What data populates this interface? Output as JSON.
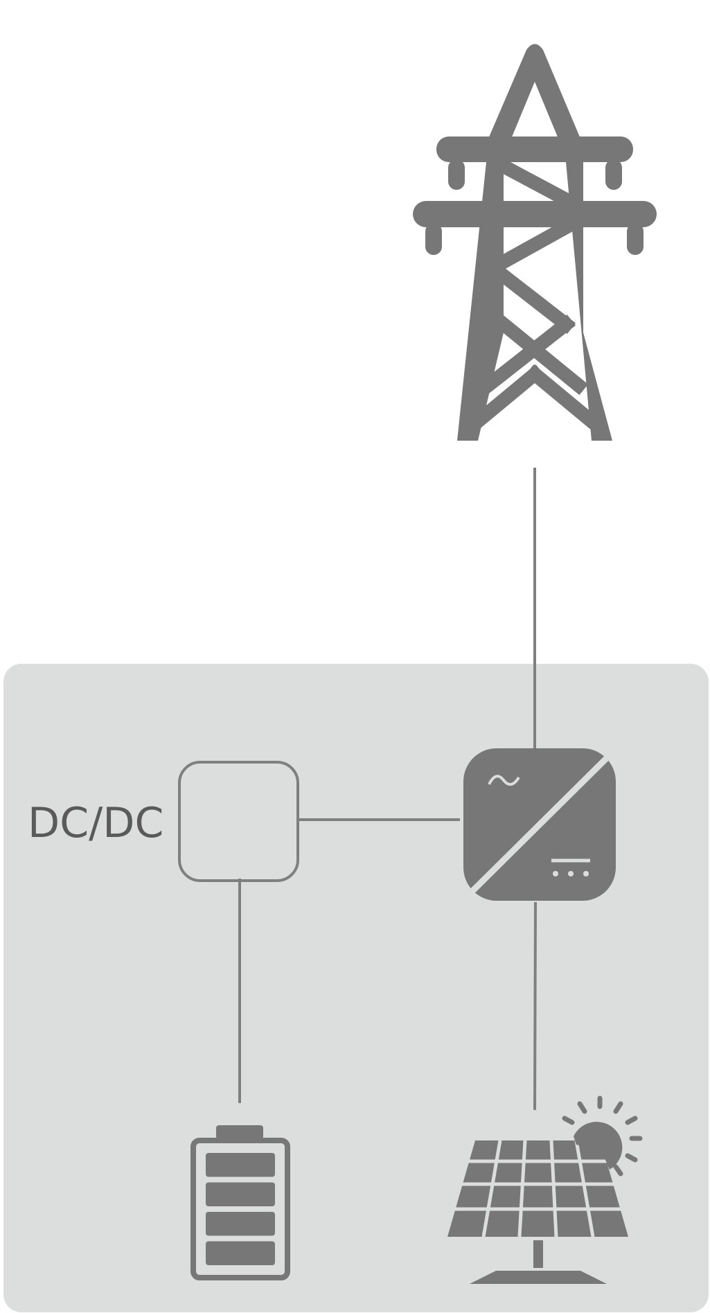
{
  "labels": {
    "dcdc": "DC/DC"
  },
  "icons": {
    "grid": "power-transmission-tower-icon",
    "inverter": "inverter-icon",
    "converter": "dc-dc-converter-box",
    "battery": "battery-icon",
    "solar": "solar-panel-icon",
    "sun": "sun-icon"
  },
  "colors": {
    "icon": "#777777",
    "line": "#7f7f7f",
    "panel_background": "#dcdddd",
    "text": "#5a5a5a"
  },
  "battery": {
    "cells": 4
  }
}
